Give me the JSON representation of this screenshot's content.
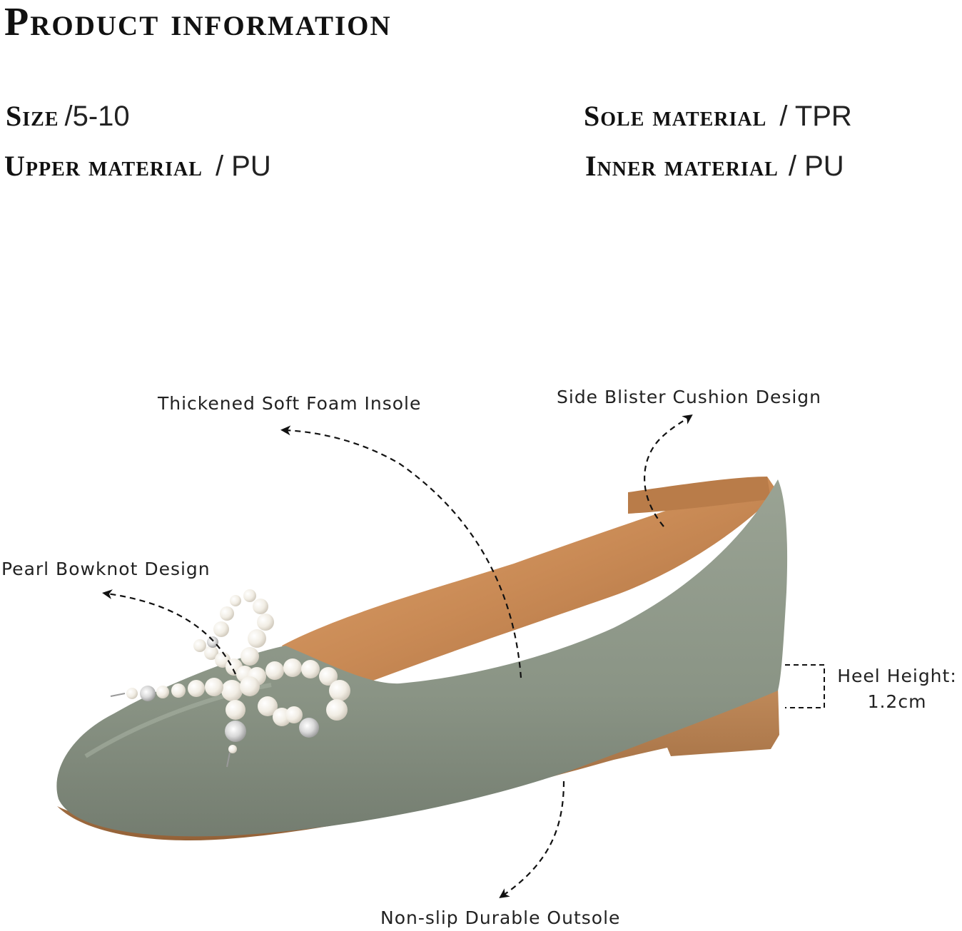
{
  "title": "Product information",
  "specs": {
    "size_label": "Size",
    "size_value": "/5-10",
    "upper_label": "Upper material",
    "upper_value": "/ PU",
    "sole_label": "Sole material",
    "sole_value": "/ TPR",
    "inner_label": "Inner material",
    "inner_value": "/ PU"
  },
  "callouts": {
    "insole": "Thickened Soft Foam Insole",
    "side_cushion": "Side Blister Cushion Design",
    "bowknot": "Pearl Bowknot Design",
    "heel_label": "Heel Height:",
    "heel_value": "1.2cm",
    "outsole": "Non-slip Durable Outsole"
  },
  "product": {
    "shoe_color": "#8a9485",
    "lining_color": "#c98a55",
    "sole_color": "#b07a4c",
    "pearl_color": "#f4f1ea"
  },
  "icons": [
    "shoe-image",
    "pearl-bow-image",
    "dashed-arrow-icon"
  ]
}
